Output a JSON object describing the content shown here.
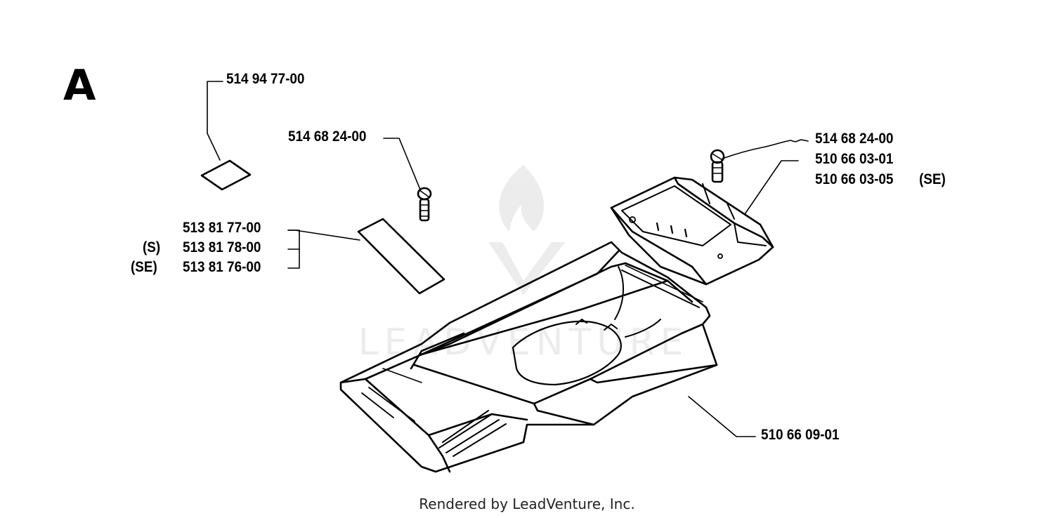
{
  "section_letter": "A",
  "callouts": {
    "decal_small": "514 94 77-00",
    "screw_left": "514 68 24-00",
    "decal_long_1": "513 81 77-00",
    "decal_long_2": "513 81 78-00",
    "decal_long_3": "513 81 76-00",
    "variant_s": "(S)",
    "variant_se_left": "(SE)",
    "screw_right": "514 68 24-00",
    "hood_1": "510 66 03-01",
    "hood_2": "510 66 03-05",
    "variant_se_right": "(SE)",
    "deck": "510 66 09-01"
  },
  "watermark": {
    "text": "LEADVENTURE"
  },
  "footer": "Rendered by LeadVenture, Inc."
}
